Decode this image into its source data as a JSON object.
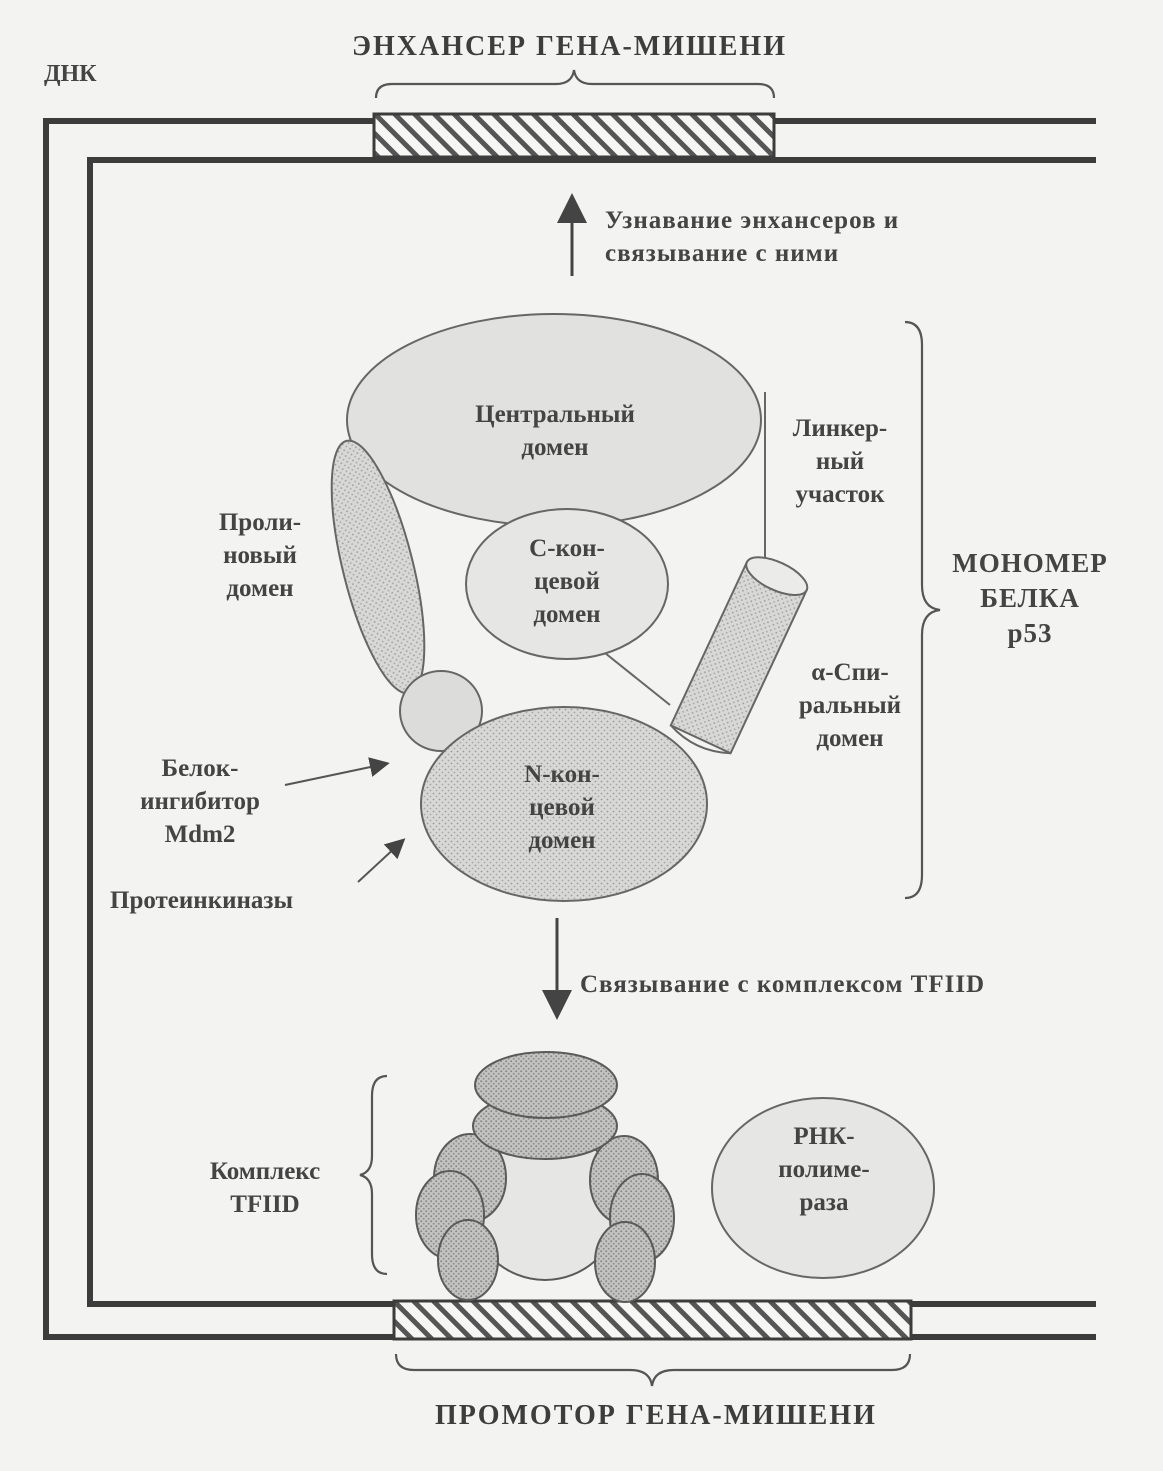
{
  "labels": {
    "dna": "ДНК",
    "enhancer": "ЭНХАНСЕР ГЕНА-МИШЕНИ",
    "promoter": "ПРОМОТОР ГЕНА-МИШЕНИ",
    "recognition": "Узнавание энхансеров и\nсвязывание с ними",
    "binding_tfiid": "Связывание с комплексом TFIID",
    "central_domain": "Центральный\nдомен",
    "c_terminal_domain": "С-кон-\nцевой\nдомен",
    "linker": "Линкер-\nный\nучасток",
    "proline_domain": "Проли-\nновый\nдомен",
    "alpha_helix_domain": "α-Спи-\nральный\nдомен",
    "n_terminal_domain": "N-кон-\nцевой\nдомен",
    "mdm2": "Белок-\nингибитор\nMdm2",
    "protein_kinases": "Протеинкиназы",
    "monomer": "МОНОМЕР\nБЕЛКА\np53",
    "tfiid_complex": "Комплекс\nTFIID",
    "rna_polymerase": "РНК-\nполиме-\nраза"
  }
}
